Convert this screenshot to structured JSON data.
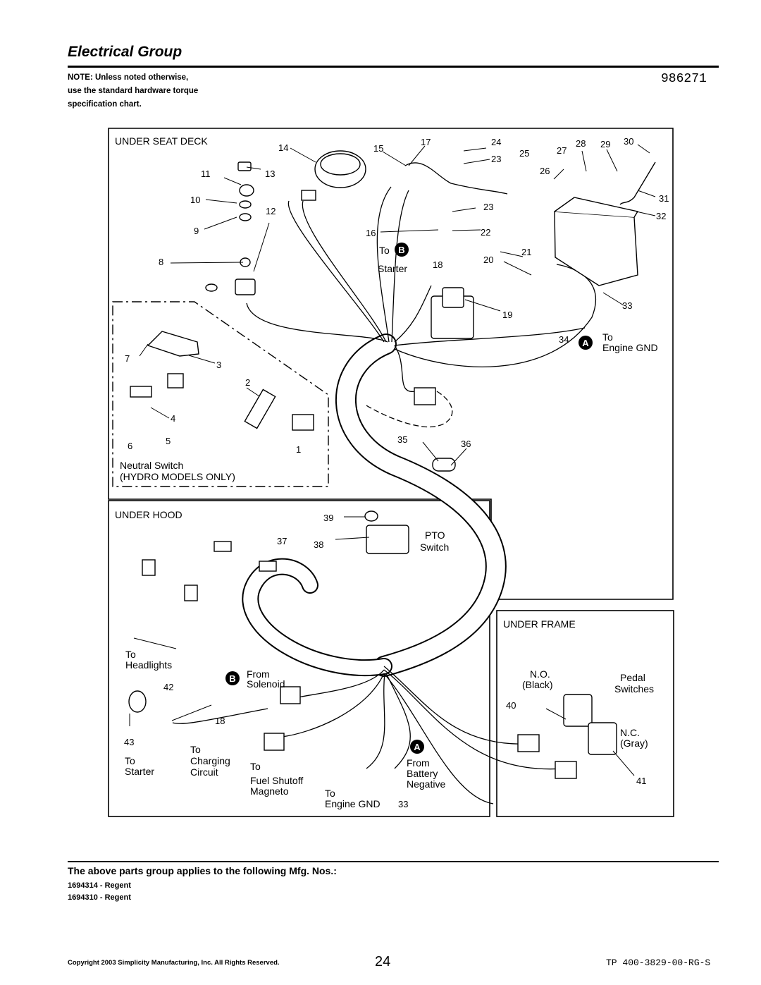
{
  "header": {
    "title": "Electrical Group",
    "doc_number": "986271",
    "note_lines": [
      "NOTE: Unless noted otherwise,",
      "use the standard hardware torque",
      "specification chart."
    ]
  },
  "sections": {
    "under_seat_deck": "UNDER SEAT DECK",
    "under_hood": "UNDER HOOD",
    "under_frame": "UNDER FRAME"
  },
  "labels": {
    "neutral_switch": "Neutral Switch",
    "hydro_only": "(HYDRO MODELS ONLY)",
    "to": "To",
    "starter": "Starter",
    "engine_gnd": "Engine GND",
    "pto": "PTO",
    "switch": "Switch",
    "headlights": "Headlights",
    "from": "From",
    "solenoid": "Solenoid",
    "charging": "Charging",
    "circuit": "Circuit",
    "fuel_shutoff": "Fuel Shutoff",
    "magneto": "Magneto",
    "battery": "Battery",
    "negative": "Negative",
    "no": "N.O.",
    "black": "(Black)",
    "nc": "N.C.",
    "gray": "(Gray)",
    "pedal": "Pedal",
    "switches": "Switches"
  },
  "callouts": {
    "a": "A",
    "b": "B"
  },
  "part_numbers": [
    "1",
    "2",
    "3",
    "4",
    "5",
    "6",
    "7",
    "8",
    "9",
    "10",
    "11",
    "12",
    "13",
    "14",
    "15",
    "16",
    "17",
    "18",
    "19",
    "20",
    "21",
    "22",
    "23",
    "24",
    "25",
    "26",
    "27",
    "28",
    "29",
    "30",
    "31",
    "32",
    "33",
    "34",
    "35",
    "36",
    "37",
    "38",
    "39",
    "40",
    "41",
    "42",
    "43"
  ],
  "footer": {
    "applies_to": "The above parts group applies to the following Mfg. Nos.:",
    "mfg_numbers": [
      "1694314 - Regent",
      "1694310 - Regent"
    ],
    "copyright": "Copyright 2003 Simplicity Manufacturing, Inc. All Rights Reserved.",
    "page_number": "24",
    "tp_number": "TP 400-3829-00-RG-S"
  }
}
